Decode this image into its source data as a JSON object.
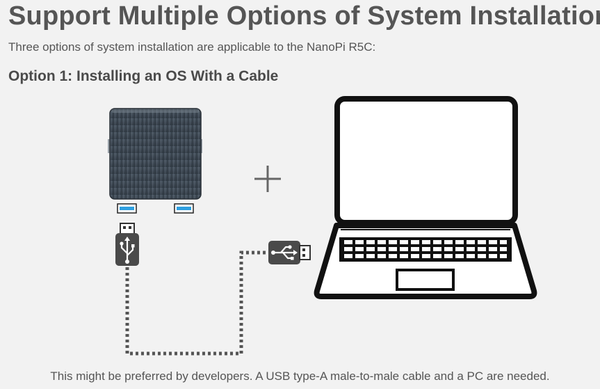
{
  "header": {
    "title": "Support Multiple Options of System Installation",
    "subtitle": "Three options of system installation are applicable to the NanoPi R5C:"
  },
  "option": {
    "heading": "Option 1: Installing an OS With a Cable"
  },
  "diagram": {
    "device_icon": "nanopi-r5c-device",
    "plus_icon": "plus-icon",
    "usb_icon": "usb-icon",
    "laptop_icon": "laptop-icon",
    "cable_style": "dotted",
    "colors": {
      "background": "#f2f2f2",
      "device_body": "#3f4a55",
      "usb_port": "#2e9fe0",
      "cable": "#555555",
      "laptop_outline": "#111111"
    }
  },
  "footer": {
    "caption": "This might be preferred by developers. A USB type-A male-to-male cable and a PC are needed."
  }
}
